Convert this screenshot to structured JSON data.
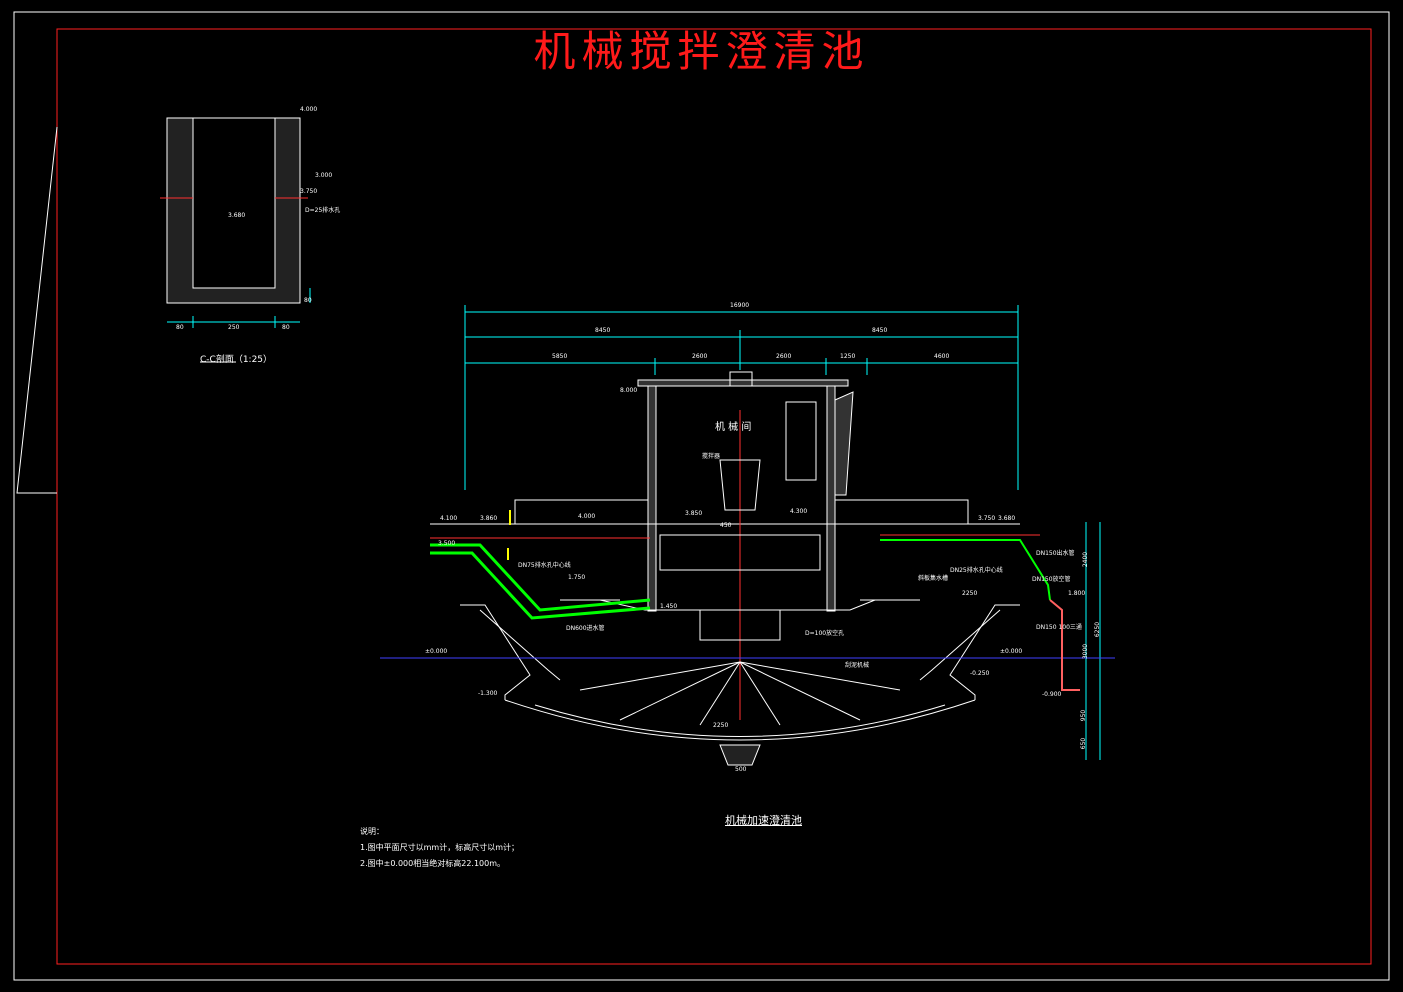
{
  "title": "机械搅拌澄清池",
  "section_cc": {
    "caption": "C-C剖面（1:25）",
    "elev_top": "4.000",
    "elev_a": "3.000",
    "elev_b": "3.750",
    "elev_inner": "3.680",
    "pipe_label": "D=25排水孔",
    "dim_bottom": [
      "80",
      "250",
      "80"
    ],
    "dim_side": "80"
  },
  "main": {
    "caption": "机械加速澄清池",
    "room_label": "机 械 间",
    "dims_top": [
      "16900"
    ],
    "dims_half": [
      "8450",
      "8450"
    ],
    "dims_detail": [
      "5850",
      "2600",
      "2600",
      "1250",
      "4600"
    ],
    "elevations": [
      "8.000",
      "4.000",
      "4.100",
      "3.850",
      "4.300",
      "3.860",
      "3.500",
      "3.750",
      "3.680",
      "1.750",
      "1.450",
      "±0.000",
      "-1.300",
      "±0.000",
      "-0.250",
      "-0.900",
      "1.800",
      "2250"
    ],
    "labels": [
      "DN75排水孔中心线",
      "DN600进水管",
      "DN25排水孔中心线",
      "DN150出水管",
      "DN150放空管",
      "DN150 100三通",
      "D=100放空孔",
      "搅拌器",
      "刮泥机械",
      "斜板集水槽"
    ],
    "side_dims": [
      "2400",
      "6250",
      "3000",
      "950",
      "650"
    ],
    "bottom_dims": [
      "500",
      "2250",
      "450"
    ]
  },
  "notes": {
    "heading": "说明：",
    "items": [
      "1.图中平面尺寸以mm计，标高尺寸以m计；",
      "2.图中±0.000相当绝对标高22.100m。"
    ]
  },
  "colors": {
    "frame": "#ffffff",
    "border": "#ff2020",
    "dim": "#00ffff",
    "wall": "#ffffff",
    "pipe": "#00ff00",
    "accent": "#ffff00"
  }
}
